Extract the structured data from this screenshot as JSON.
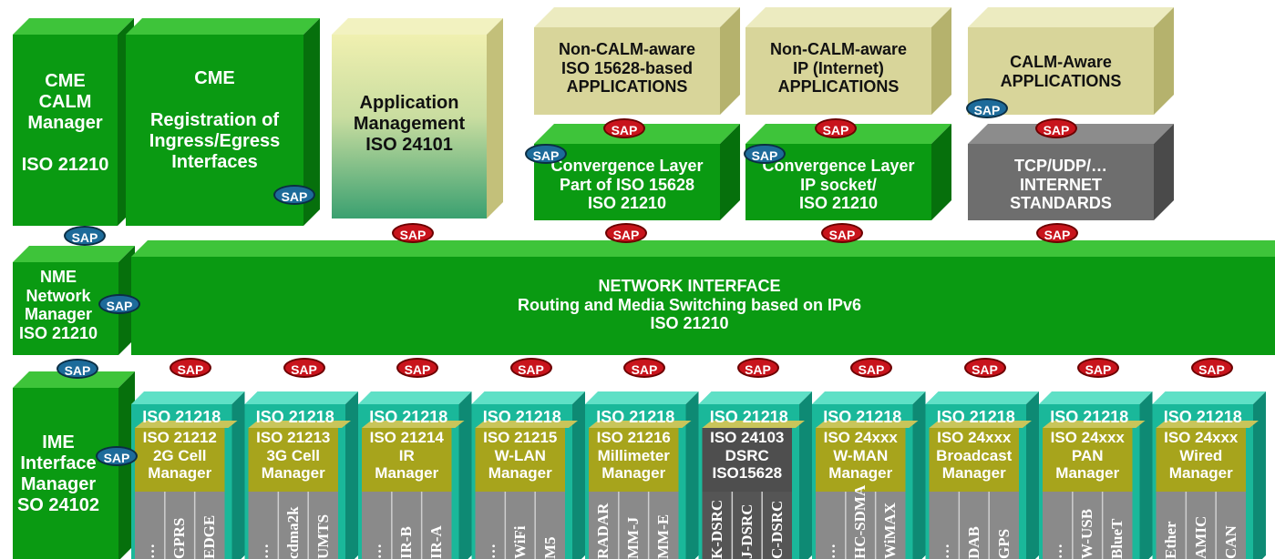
{
  "boxes": {
    "cme_calm": "CME\nCALM\nManager\n\nISO 21210",
    "cme_reg": "CME\n\nRegistration of\nIngress/Egress\nInterfaces",
    "app_mgmt": "Application\nManagement\nISO 24101",
    "non_calm_15628": "Non-CALM-aware\nISO 15628-based\nAPPLICATIONS",
    "non_calm_ip": "Non-CALM-aware\nIP (Internet)\nAPPLICATIONS",
    "calm_aware": "CALM-Aware\nAPPLICATIONS",
    "conv_15628": "Convergence Layer\nPart of ISO 15628\nISO 21210",
    "conv_ip": "Convergence Layer\nIP socket/\nISO 21210",
    "tcp": "TCP/UDP/…\nINTERNET\nSTANDARDS",
    "nme": "NME\nNetwork\nManager\nISO 21210",
    "network": "NETWORK INTERFACE\nRouting and Media Switching based on IPv6\nISO 21210",
    "ime": "IME\nInterface\nManager\nSO 24102"
  },
  "sap_label": "SAP",
  "interfaces": [
    {
      "top": "ISO 21218",
      "name": "ISO 21212\n2G Cell\nManager",
      "media": [
        "…",
        "GPRS",
        "EDGE"
      ]
    },
    {
      "top": "ISO 21218",
      "name": "ISO 21213\n3G Cell\nManager",
      "media": [
        "…",
        "cdma2k",
        "UMTS"
      ]
    },
    {
      "top": "ISO 21218",
      "name": "ISO 21214\nIR\nManager",
      "media": [
        "…",
        "IR-B",
        "IR-A"
      ]
    },
    {
      "top": "ISO 21218",
      "name": "ISO 21215\nW-LAN\nManager",
      "media": [
        "…",
        "WiFi",
        "M5"
      ]
    },
    {
      "top": "ISO 21218",
      "name": "ISO 21216\nMillimeter\nManager",
      "media": [
        "RADAR",
        "MM-J",
        "MM-E"
      ]
    },
    {
      "top": "ISO 21218",
      "name": "ISO 24103\nDSRC\nISO15628",
      "media": [
        "K-DSRC",
        "J-DSRC",
        "C-DSRC"
      ]
    },
    {
      "top": "ISO 21218",
      "name": "ISO 24xxx\nW-MAN\nManager",
      "media": [
        "…",
        "HC-SDMA",
        "WiMAX"
      ]
    },
    {
      "top": "ISO 21218",
      "name": "ISO 24xxx\nBroadcast\nManager",
      "media": [
        "…",
        "DAB",
        "GPS"
      ]
    },
    {
      "top": "ISO 21218",
      "name": "ISO 24xxx\nPAN\nManager",
      "media": [
        "…",
        "W-USB",
        "BlueT"
      ]
    },
    {
      "top": "ISO 21218",
      "name": "ISO 24xxx\nWired\nManager",
      "media": [
        "Ether",
        "AMIC",
        "CAN"
      ]
    }
  ],
  "colors": {
    "green_front": "#0a9a12",
    "green_top": "#3ec43a",
    "green_side": "#06700c",
    "khaki_front": "#d8d59a",
    "teal_front": "#1ab89a",
    "olive_front": "#a7a41c",
    "gray_front": "#6e6e6e",
    "sap_red": "#c8141c",
    "sap_blue": "#1d6b9a"
  }
}
